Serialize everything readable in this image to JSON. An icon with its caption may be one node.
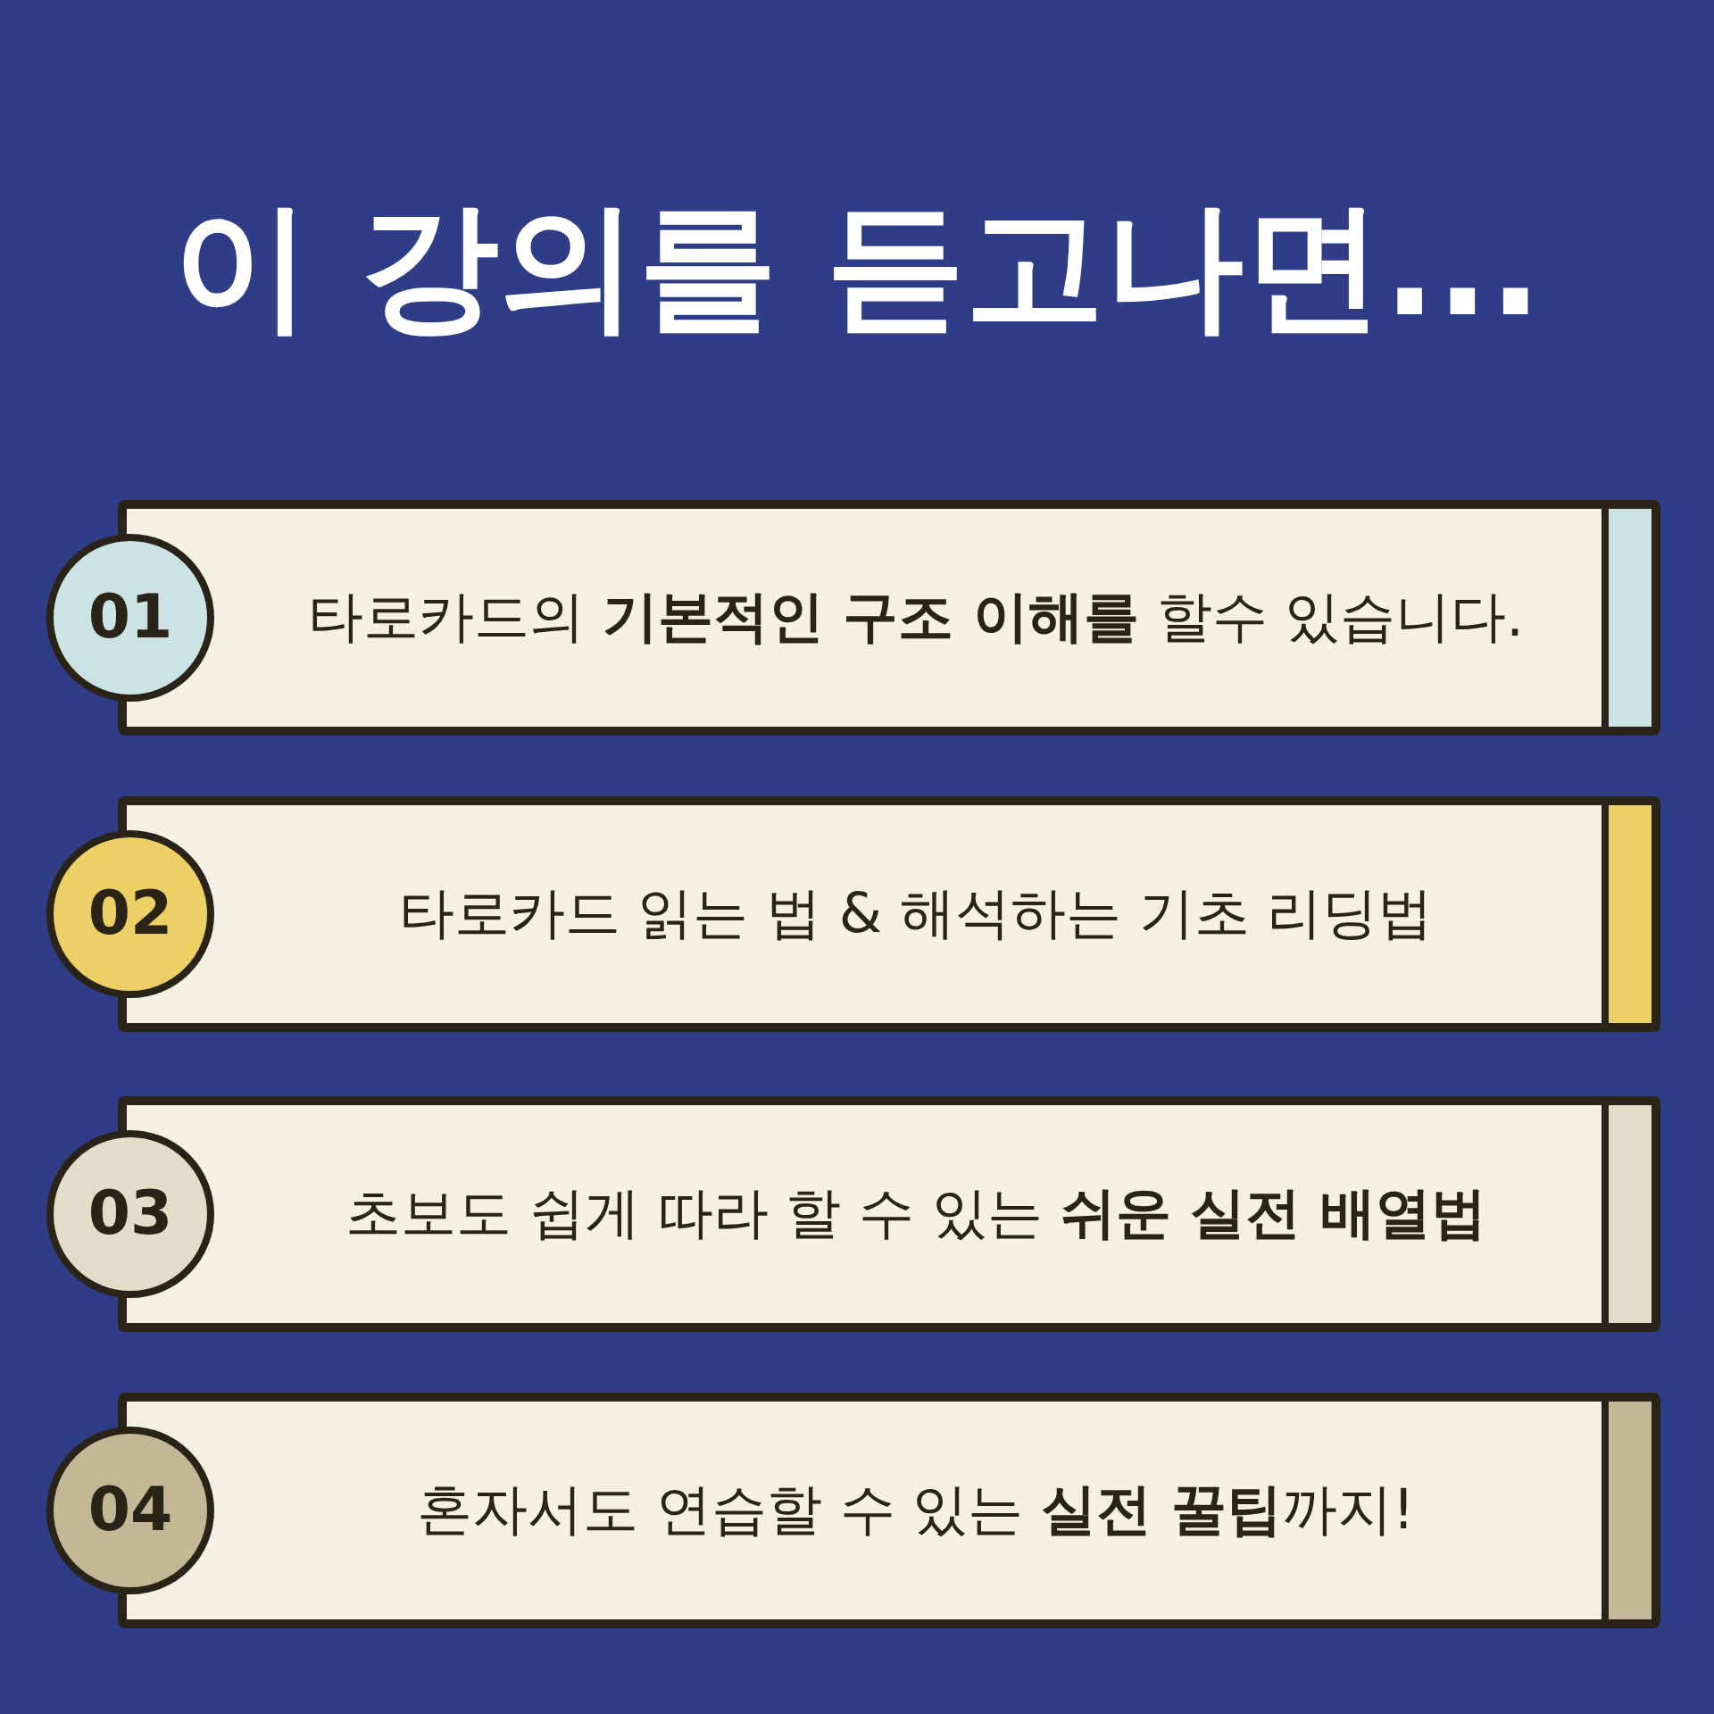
{
  "diagram": {
    "title": "이 강의를 듣고나면...",
    "nodes": [
      {
        "text": [
          "타로카드의 **기본적인 구조 이해를** 할수 있습니다."
        ]
      },
      {
        "text": [
          "01"
        ]
      },
      {
        "text": [
          "타로카드 읽는 법 & 해석하는 기초 리딩법"
        ]
      },
      {
        "text": [
          "02"
        ]
      },
      {
        "text": [
          "초보도 쉽게 따라 할 수 있는 **쉬운 실전 배열법**"
        ]
      },
      {
        "text": [
          "03"
        ]
      },
      {
        "text": [
          "혼자서도 연습할 수 있는 **실전 꿀팁**까지!"
        ]
      },
      {
        "text": [
          "04"
        ]
      }
    ],
    "edges": []
  }
}
